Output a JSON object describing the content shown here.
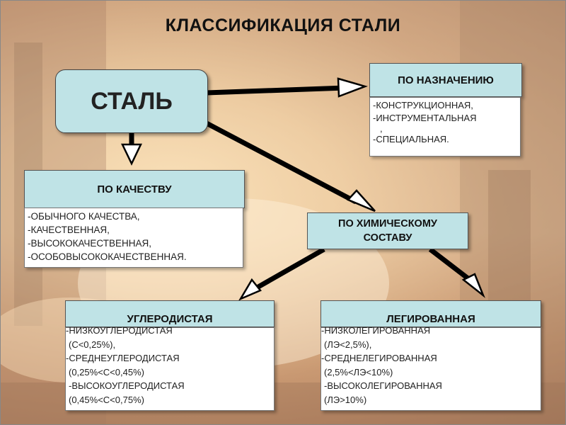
{
  "title": "КЛАССИФИКАЦИЯ СТАЛИ",
  "root": {
    "label": "СТАЛЬ"
  },
  "purpose": {
    "header": "ПО НАЗНАЧЕНИЮ",
    "items": [
      "-КОНСТРУКЦИОННАЯ,",
      "-ИНСТРУМЕНТАЛЬНАЯ",
      ",",
      "-СПЕЦИАЛЬНАЯ."
    ]
  },
  "quality": {
    "header": "ПО КАЧЕСТВУ",
    "items": [
      "-ОБЫЧНОГО КАЧЕСТВА,",
      "-КАЧЕСТВЕННАЯ,",
      "-ВЫСОКОКАЧЕСТВЕННАЯ,",
      "-ОСОБОВЫСОКОКАЧЕСТВЕННАЯ."
    ]
  },
  "chemical": {
    "header_line1": "ПО ХИМИЧЕСКОМУ",
    "header_line2": "СОСТАВУ"
  },
  "carbon": {
    "header": "УГЛЕРОДИСТАЯ",
    "items": [
      "-НИЗКОУГЛЕРОДИСТАЯ",
      " (С<0,25%),",
      "-СРЕДНЕУГЛЕРОДИСТАЯ",
      " (0,25%<С<0,45%)",
      " -ВЫСОКОУГЛЕРОДИСТАЯ",
      " (0,45%<С<0,75%)"
    ]
  },
  "alloy": {
    "header": "ЛЕГИРОВАННАЯ",
    "items": [
      "-НИЗКОЛЕГИРОВАННАЯ",
      " (ЛЭ<2,5%),",
      "-СРЕДНЕЛЕГИРОВАННАЯ",
      " (2,5%<ЛЭ<10%)",
      " -ВЫСОКОЛЕГИРОВАННАЯ",
      " (ЛЭ>10%)"
    ]
  },
  "colors": {
    "box_fill": "#bfe3e6",
    "arrow": "#000000",
    "background": "#e9cfae"
  }
}
